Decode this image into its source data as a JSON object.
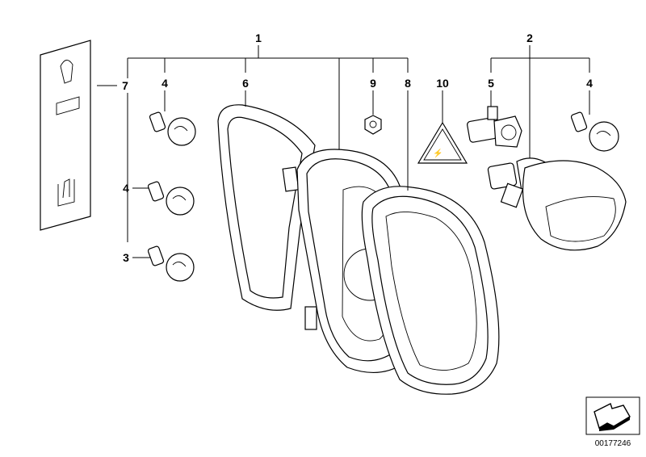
{
  "callouts": {
    "c1": "1",
    "c2": "2",
    "c3": "3",
    "c4a": "4",
    "c4b": "4",
    "c4c": "4",
    "c5": "5",
    "c6": "6",
    "c7": "7",
    "c8": "8",
    "c9": "9",
    "c10": "10"
  },
  "reference_number": "00177246",
  "icons": {
    "warning_sticker": "warning-triangle-icon",
    "corner": "bmw-corner-arrow-icon"
  }
}
